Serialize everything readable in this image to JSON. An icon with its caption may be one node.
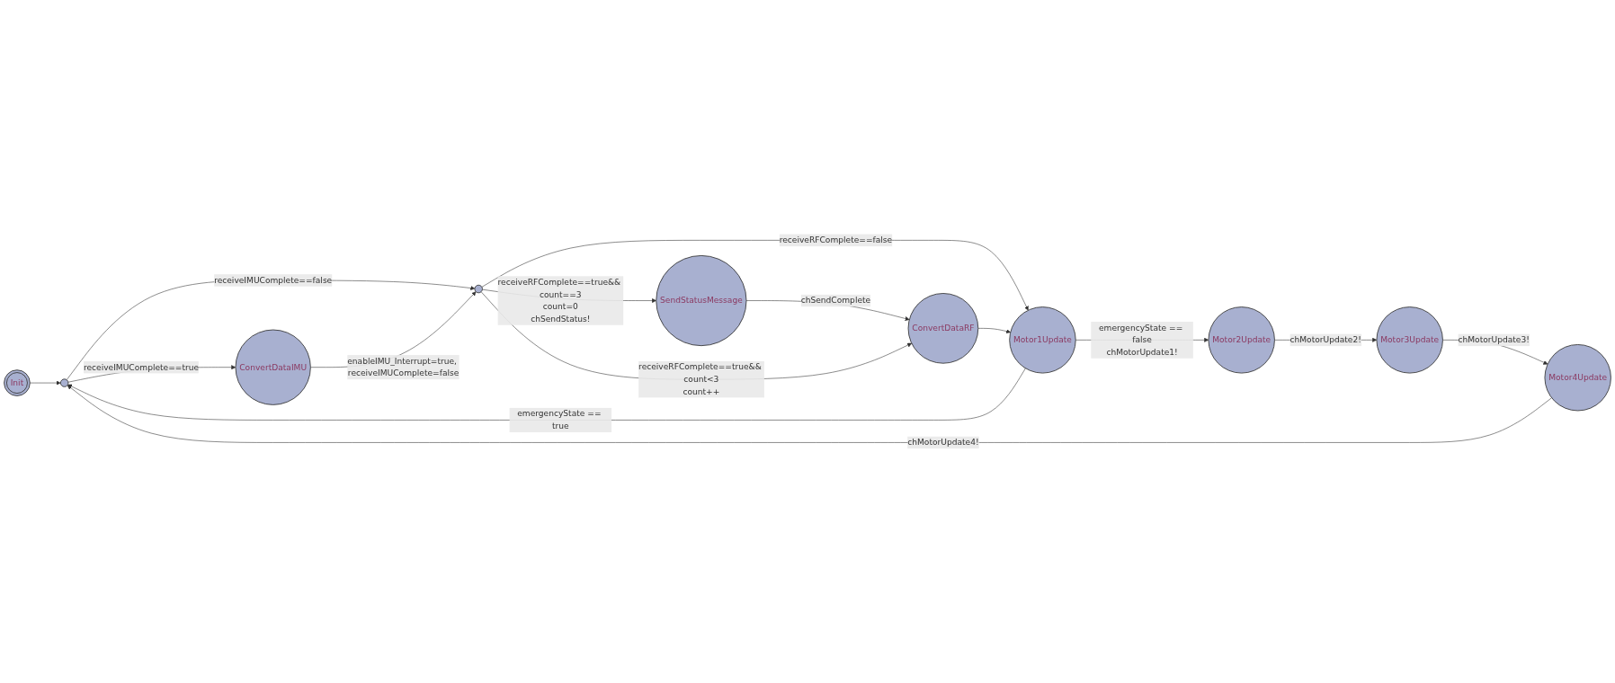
{
  "diagram": {
    "nodes": [
      {
        "text": [
          "Init"
        ]
      },
      {
        "text": [],
        "shape": "circle"
      },
      {
        "text": [
          "ConvertDataIMU"
        ]
      },
      {
        "text": [],
        "shape": "circle"
      },
      {
        "text": [
          "SendStatusMessage"
        ]
      },
      {
        "text": [
          "ConvertDataRF"
        ]
      },
      {
        "text": [
          "Motor1Update"
        ]
      },
      {
        "text": [
          "Motor2Update"
        ]
      },
      {
        "text": [
          "Motor3Update"
        ]
      },
      {
        "text": [
          "Motor4Update"
        ]
      }
    ],
    "edges": [
      {
        "from": 0,
        "to": 1,
        "arrow": "to"
      },
      {
        "from": 1,
        "to": 2,
        "arrow": "to",
        "label": [
          "receiveIMUComplete==true"
        ]
      },
      {
        "from": 1,
        "to": 3,
        "arrow": "to",
        "label": [
          "receiveIMUComplete==false"
        ]
      },
      {
        "from": 2,
        "to": 3,
        "arrow": "to",
        "label": [
          "enableIMU_Interrupt=true, receiveIMUComplete=false"
        ]
      },
      {
        "from": 3,
        "to": 4,
        "arrow": "to",
        "label": [
          "receiveRFComplete==true&& count==3",
          "count=0",
          "chSendStatus!"
        ]
      },
      {
        "from": 4,
        "to": 5,
        "arrow": "to",
        "label": [
          "chSendComplete"
        ]
      },
      {
        "from": 3,
        "to": 5,
        "arrow": "to",
        "label": [
          "receiveRFComplete==true&& count<3",
          "count++"
        ]
      },
      {
        "from": 3,
        "to": 6,
        "arrow": "to",
        "label": [
          "receiveRFComplete==false"
        ]
      },
      {
        "from": 5,
        "to": 6,
        "arrow": "to"
      },
      {
        "from": 6,
        "to": 7,
        "arrow": "to",
        "label": [
          "emergencyState == false",
          "chMotorUpdate1!"
        ]
      },
      {
        "from": 7,
        "to": 8,
        "arrow": "to",
        "label": [
          "chMotorUpdate2!"
        ]
      },
      {
        "from": 8,
        "to": 9,
        "arrow": "to",
        "label": [
          "chMotorUpdate3!"
        ]
      },
      {
        "from": 9,
        "to": 1,
        "arrow": "to",
        "label": [
          "chMotorUpdate4!"
        ]
      },
      {
        "from": 6,
        "to": 1,
        "arrow": "to",
        "label": [
          "emergencyState == true"
        ]
      }
    ]
  }
}
